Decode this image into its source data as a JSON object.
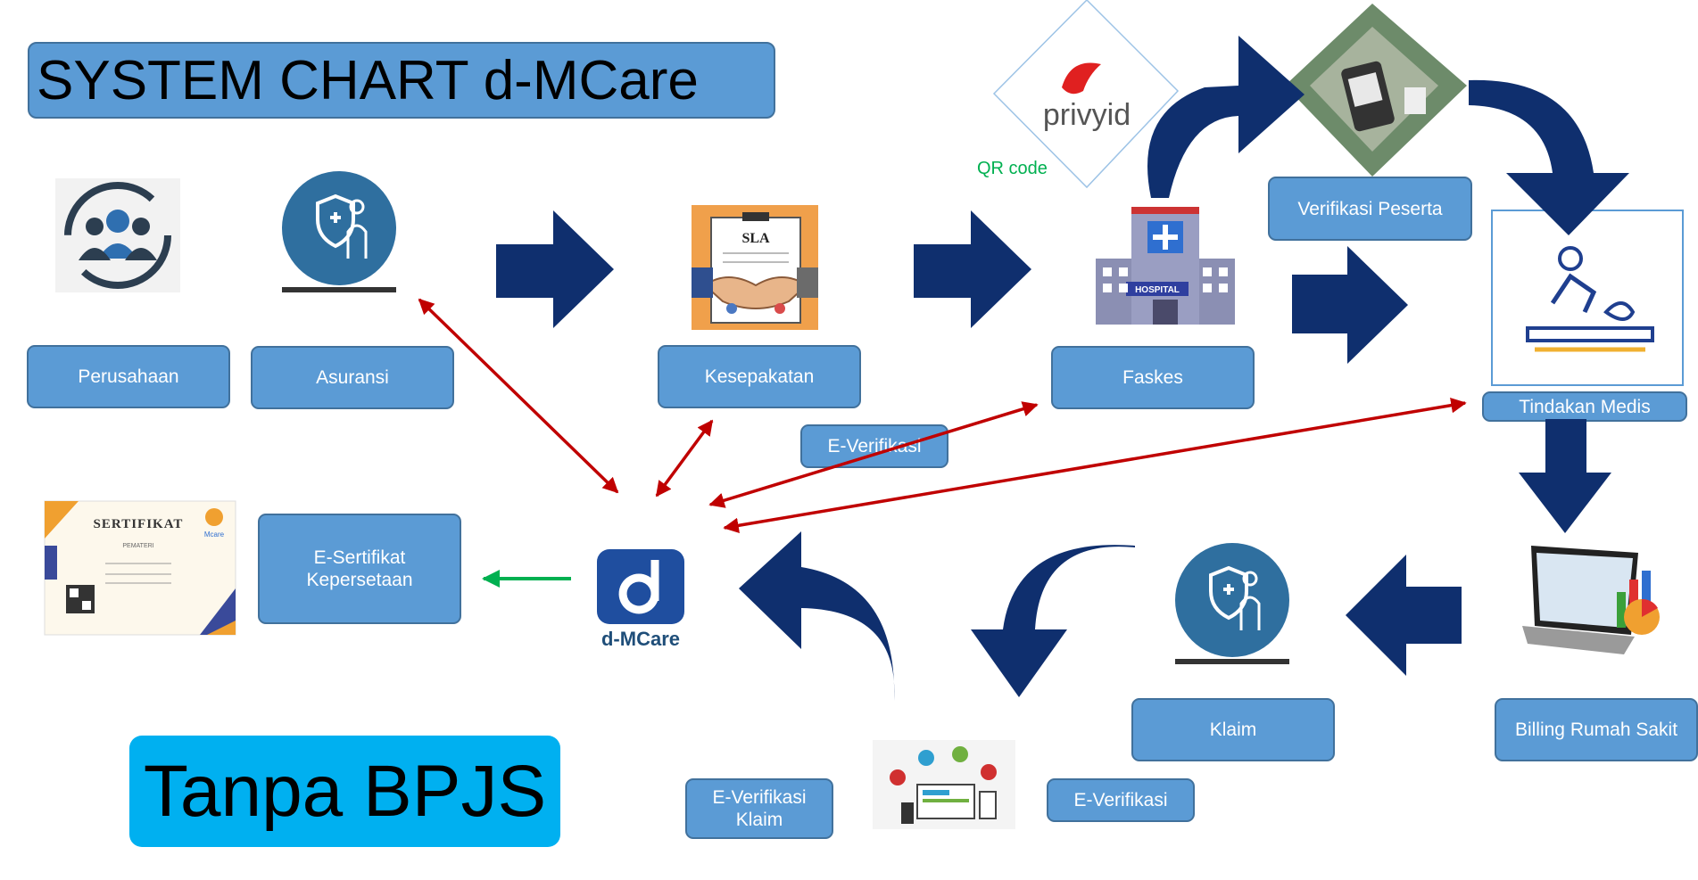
{
  "title": "SYSTEM CHART d-MCare",
  "subtitle": "Tanpa BPJS",
  "nodes": {
    "perusahaan": "Perusahaan",
    "asuransi": "Asuransi",
    "kesepakatan": "Kesepakatan",
    "faskes": "Faskes",
    "verifikasi_peserta": "Verifikasi Peserta",
    "tindakan_medis": "Tindakan Medis",
    "e_verifikasi_top": "E-Verifikasi",
    "e_sertifikat": "E-Sertifikat Kepersetaan",
    "klaim": "Klaim",
    "billing": "Billing Rumah Sakit",
    "e_verifikasi_klaim": "E-Verifikasi Klaim",
    "e_verifikasi_bottom": "E-Verifikasi"
  },
  "images": {
    "privy_logo": "privyid",
    "qr_code": "QR code",
    "sla_doc": "SLA",
    "hospital": "HOSPITAL",
    "certificate": "SERTIFIKAT",
    "certificate_subtitle": "PEMATERI",
    "certificate_logo": "Mcare",
    "dmcare_logo": "d-MCare"
  },
  "colors": {
    "box_fill": "#5b9bd5",
    "box_border": "#41719c",
    "flow_arrow": "#0f2f6e",
    "link_arrow": "#c00000",
    "green_arrow": "#00b050",
    "bpjs_fill": "#00b0f0"
  }
}
